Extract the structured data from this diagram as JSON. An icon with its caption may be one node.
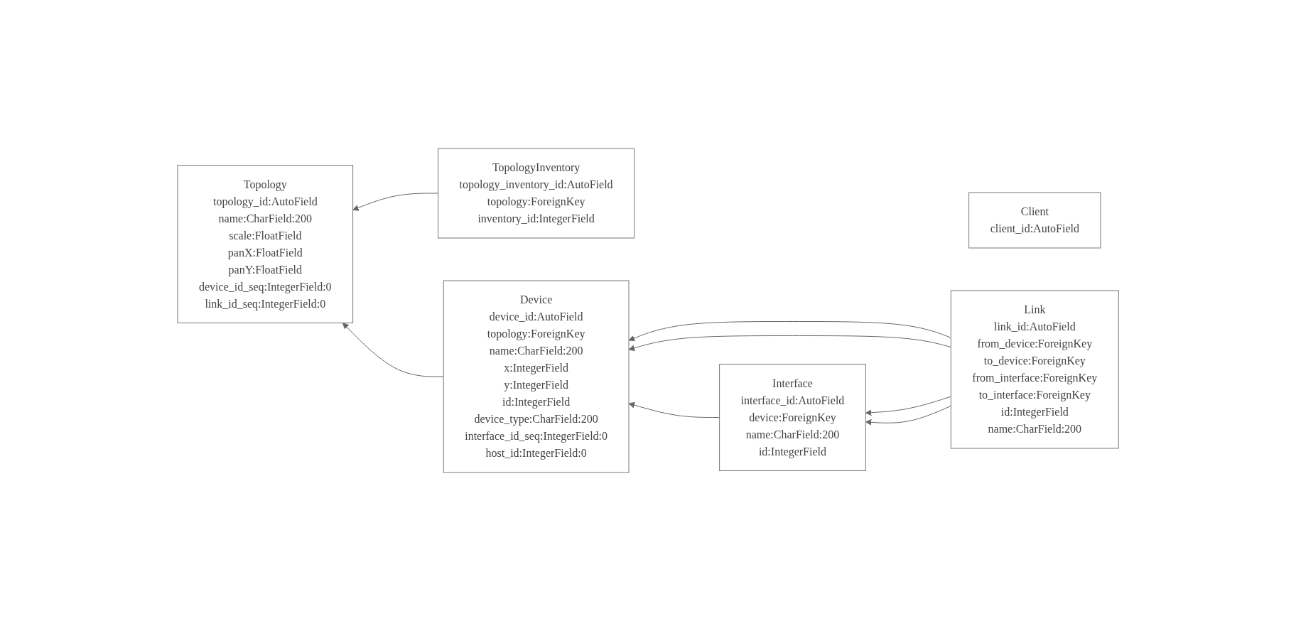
{
  "diagram": {
    "nodes": [
      {
        "text": [
          "TopologyInventory",
          "topology_inventory_id:AutoField",
          "topology:ForeignKey",
          "inventory_id:IntegerField"
        ]
      },
      {
        "text": [
          "Topology",
          "topology_id:AutoField",
          "name:CharField:200",
          "scale:FloatField",
          "panX:FloatField",
          "panY:FloatField",
          "device_id_seq:IntegerField:0",
          "link_id_seq:IntegerField:0"
        ]
      },
      {
        "text": [
          "Client",
          "client_id:AutoField"
        ]
      },
      {
        "text": [
          "Device",
          "device_id:AutoField",
          "topology:ForeignKey",
          "name:CharField:200",
          "x:IntegerField",
          "y:IntegerField",
          "id:IntegerField",
          "device_type:CharField:200",
          "interface_id_seq:IntegerField:0",
          "host_id:IntegerField:0"
        ]
      },
      {
        "text": [
          "Link",
          "link_id:AutoField",
          "from_device:ForeignKey",
          "to_device:ForeignKey",
          "from_interface:ForeignKey",
          "to_interface:ForeignKey",
          "id:IntegerField",
          "name:CharField:200"
        ]
      },
      {
        "text": [
          "Interface",
          "interface_id:AutoField",
          "device:ForeignKey",
          "name:CharField:200",
          "id:IntegerField"
        ]
      }
    ],
    "edges": [
      {
        "from": 0,
        "to": 1,
        "arrow": "to"
      },
      {
        "from": 3,
        "to": 1,
        "arrow": "to"
      },
      {
        "from": 4,
        "to": 3,
        "arrow": "to"
      },
      {
        "from": 4,
        "to": 3,
        "arrow": "to"
      },
      {
        "from": 4,
        "to": 5,
        "arrow": "to"
      },
      {
        "from": 4,
        "to": 5,
        "arrow": "to"
      },
      {
        "from": 5,
        "to": 3,
        "arrow": "to"
      }
    ]
  }
}
